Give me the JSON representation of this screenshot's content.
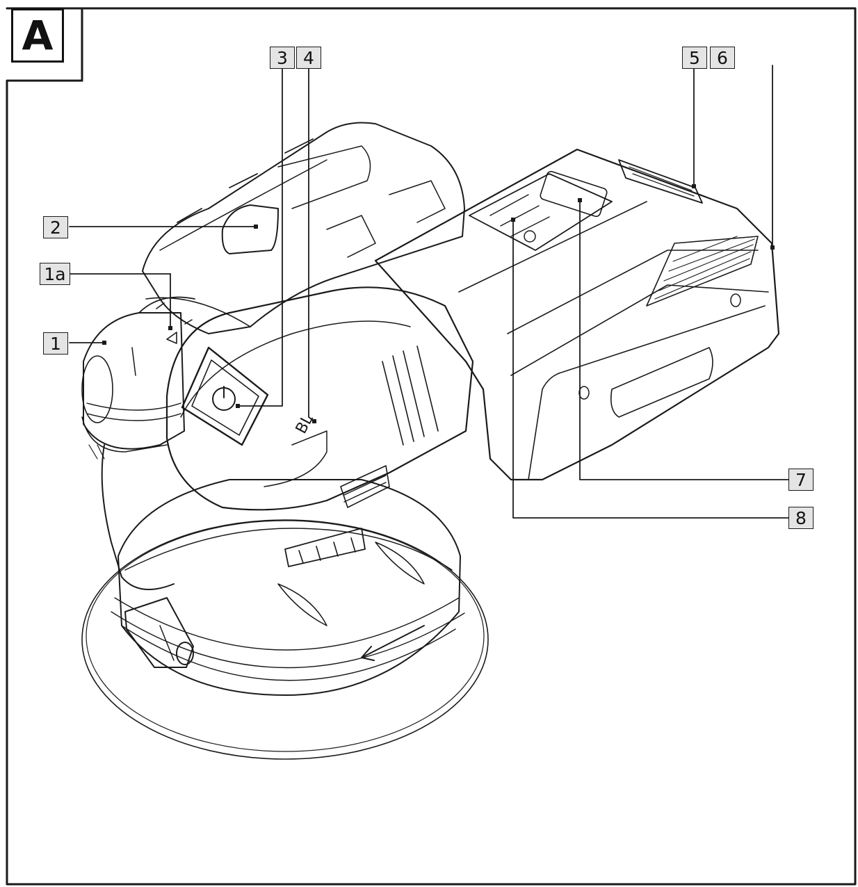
{
  "panel": {
    "letter": "A"
  },
  "callouts": {
    "c1": "1",
    "c1a": "1a",
    "c2": "2",
    "c3": "3",
    "c4": "4",
    "c5": "5",
    "c6": "6",
    "c7": "7",
    "c8": "8"
  },
  "device_marking": "BL",
  "colors": {
    "line": "#1a1a1a",
    "callout_fill": "#e4e4e4",
    "background": "#ffffff"
  }
}
